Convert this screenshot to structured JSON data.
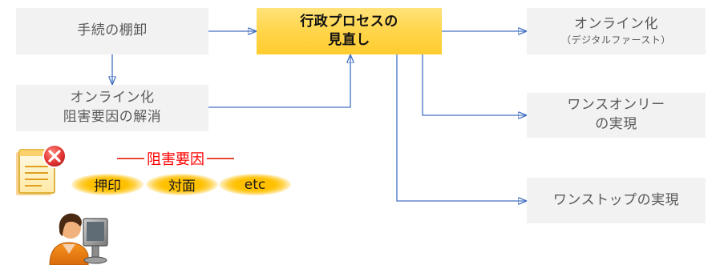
{
  "diagram": {
    "nodes": {
      "inventory": {
        "label": "手続の棚卸"
      },
      "review": {
        "line1": "行政プロセスの",
        "line2": "見直し"
      },
      "online": {
        "line1": "オンライン化",
        "line2": "（デジタルファースト）"
      },
      "barrier_removal": {
        "line1": "オンライン化",
        "line2": "阻害要因の解消"
      },
      "once_only": {
        "line1": "ワンスオンリー",
        "line2": "の実現"
      },
      "one_stop": {
        "label": "ワンストップの実現"
      }
    }
  },
  "barriers": {
    "title": "阻害要因",
    "items": [
      "押印",
      "対面",
      "etc"
    ]
  },
  "icons": {
    "document": "document-error-icon",
    "person": "person-at-computer-icon"
  },
  "colors": {
    "arrow": "#4472c4",
    "node_background": "#f2f2f2",
    "node_text": "#595959",
    "highlight_node": "#ffd54a",
    "barrier_title": "#ff0000",
    "barrier_pill": "#ffc000"
  }
}
